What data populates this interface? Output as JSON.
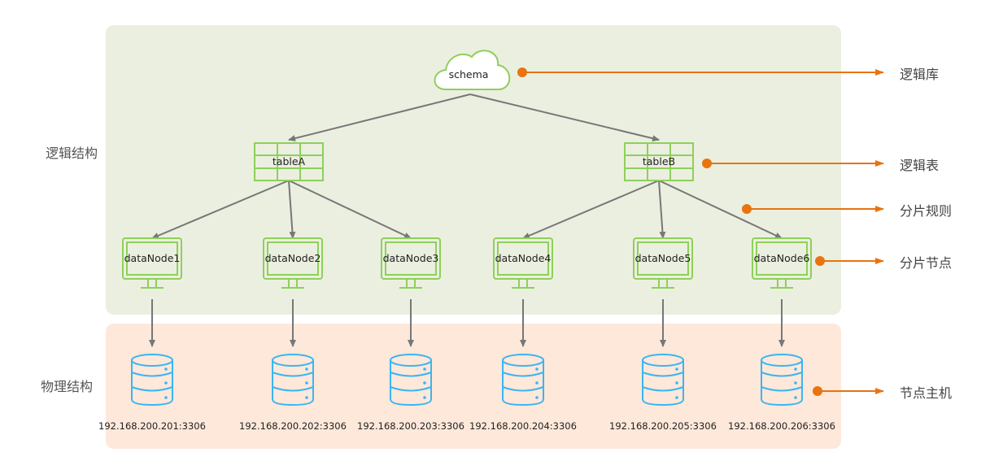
{
  "colors": {
    "logic_bg": "#ebefe0",
    "phys_bg": "#fde8da",
    "green": "#8ed05a",
    "blue": "#3bb5f2",
    "orange": "#e8730f",
    "arrow": "#777777"
  },
  "sections": {
    "logic": "逻辑结构",
    "physical": "物理结构"
  },
  "schema": {
    "label": "schema",
    "icon": "cloud-icon"
  },
  "tables": [
    {
      "label": "tableA",
      "icon": "table-icon"
    },
    {
      "label": "tableB",
      "icon": "table-icon"
    }
  ],
  "data_nodes": [
    {
      "label": "dataNode1",
      "table": "tableA"
    },
    {
      "label": "dataNode2",
      "table": "tableA"
    },
    {
      "label": "dataNode3",
      "table": "tableA"
    },
    {
      "label": "dataNode4",
      "table": "tableB"
    },
    {
      "label": "dataNode5",
      "table": "tableB"
    },
    {
      "label": "dataNode6",
      "table": "tableB"
    }
  ],
  "hosts": [
    {
      "address": "192.168.200.201:3306"
    },
    {
      "address": "192.168.200.202:3306"
    },
    {
      "address": "192.168.200.203:3306"
    },
    {
      "address": "192.168.200.204:3306"
    },
    {
      "address": "192.168.200.205:3306"
    },
    {
      "address": "192.168.200.206:3306"
    }
  ],
  "legend": [
    {
      "label": "逻辑库"
    },
    {
      "label": "逻辑表"
    },
    {
      "label": "分片规则"
    },
    {
      "label": "分片节点"
    },
    {
      "label": "节点主机"
    }
  ]
}
